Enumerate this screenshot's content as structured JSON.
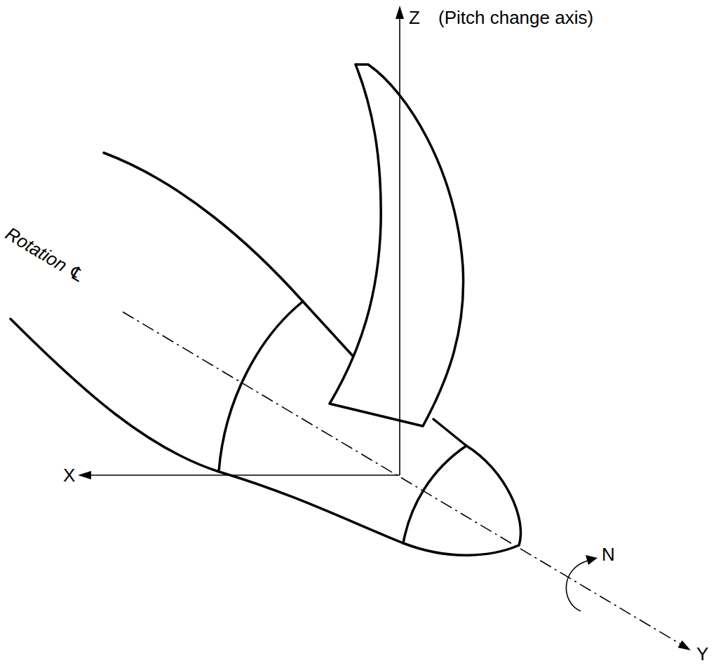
{
  "diagram": {
    "labels": [
      "Z",
      "(Pitch change axis)",
      "Rotation ℄",
      "X",
      "N",
      "Y"
    ]
  }
}
